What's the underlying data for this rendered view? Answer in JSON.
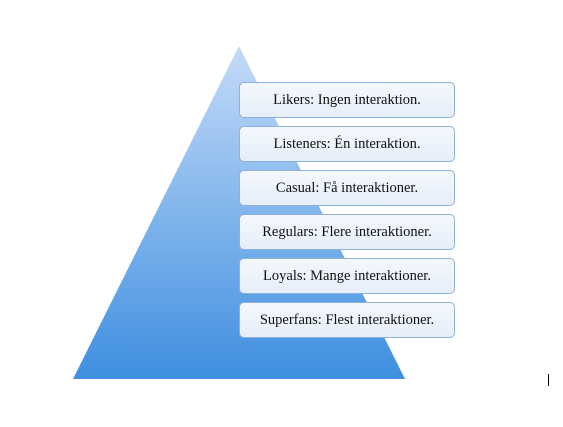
{
  "diagram": {
    "tiers": [
      {
        "label": "Likers: Ingen interaktion."
      },
      {
        "label": "Listeners: Én interaktion."
      },
      {
        "label": "Casual: Få interaktioner."
      },
      {
        "label": "Regulars: Flere interaktioner."
      },
      {
        "label": "Loyals: Mange interaktioner."
      },
      {
        "label": "Superfans: Flest interaktioner."
      }
    ],
    "colors": {
      "pyramid_top": "#bcd6f7",
      "pyramid_bottom": "#3f8fe0",
      "box_border": "#8fb0d8"
    }
  }
}
